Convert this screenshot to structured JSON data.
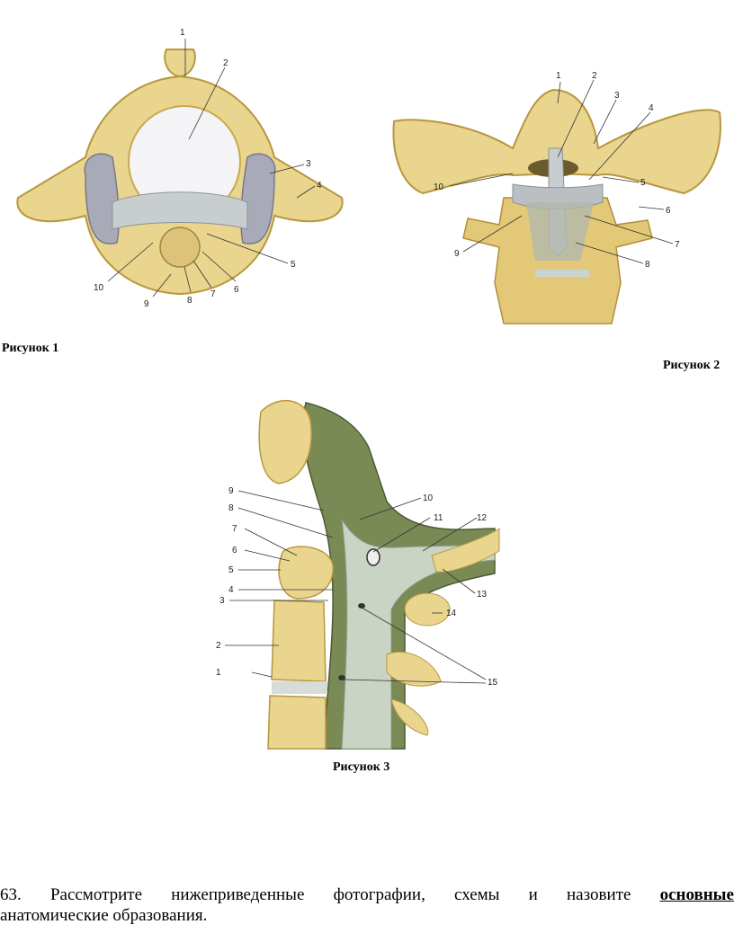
{
  "figure1": {
    "caption": "Рисунок 1",
    "labels": [
      "1",
      "2",
      "3",
      "4",
      "5",
      "6",
      "7",
      "8",
      "9",
      "10"
    ]
  },
  "figure2": {
    "caption": "Рисунок 2",
    "labels": [
      "1",
      "2",
      "3",
      "4",
      "5",
      "6",
      "7",
      "8",
      "9",
      "10"
    ]
  },
  "figure3": {
    "caption": "Рисунок 3",
    "labels": [
      "1",
      "2",
      "3",
      "4",
      "5",
      "6",
      "7",
      "8",
      "9",
      "10",
      "11",
      "12",
      "13",
      "14",
      "15"
    ]
  },
  "question": {
    "number": "63.",
    "words": [
      "Рассмотрите",
      "нижеприведенные",
      "фотографии,",
      "схемы",
      "и",
      "назовите"
    ],
    "emphasis": "основные",
    "continuation": "анатомические образования."
  },
  "colors": {
    "bone": "#e9d58e",
    "bone_dark": "#c9a94e",
    "cartilage": "#a9aab8",
    "ligament": "#c8cdd0",
    "canal": "#7a8a55"
  }
}
